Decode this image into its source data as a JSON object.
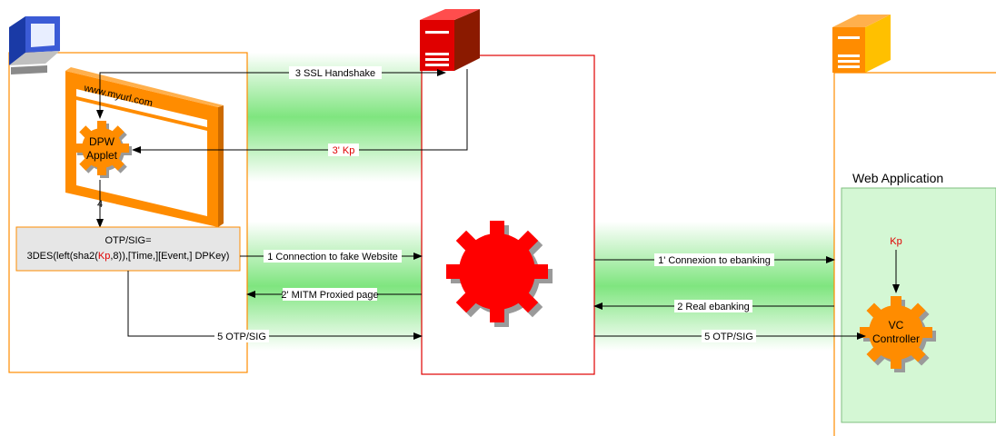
{
  "client": {
    "browser_url": "www.myurl.com",
    "applet_line1": "DPW",
    "applet_line2": "Applet",
    "step4_label": "4",
    "otp_box": {
      "line1": "OTP/SIG=",
      "line2_prefix": "3DES(left(sha2(",
      "line2_key": "Kp",
      "line2_suffix": ",8)),[Time,][Event,] DPKey)"
    }
  },
  "flows_client_proxy": {
    "ssl_handshake": "3 SSL Handshake",
    "kp_return": "3' Kp",
    "connection_fake": "1 Connection to fake Website",
    "mitm_page": "2' MITM Proxied page",
    "otp_sig": "5 OTP/SIG"
  },
  "flows_proxy_server": {
    "connexion_ebanking": "1' Connexion to ebanking",
    "real_ebanking": "2 Real ebanking",
    "otp_sig": "5 OTP/SIG"
  },
  "server": {
    "title": "Web Application",
    "kp_label": "Kp",
    "controller_line1": "VC",
    "controller_line2": "Controller"
  },
  "colors": {
    "orange": "#ff8c00",
    "red": "#ff0000",
    "green_band": "#b8f2b8",
    "web_app_fill": "#d4f7d4",
    "otp_box_fill": "#e6e6e6",
    "computer_blue": "#1a3aa6",
    "gray": "#999999"
  }
}
